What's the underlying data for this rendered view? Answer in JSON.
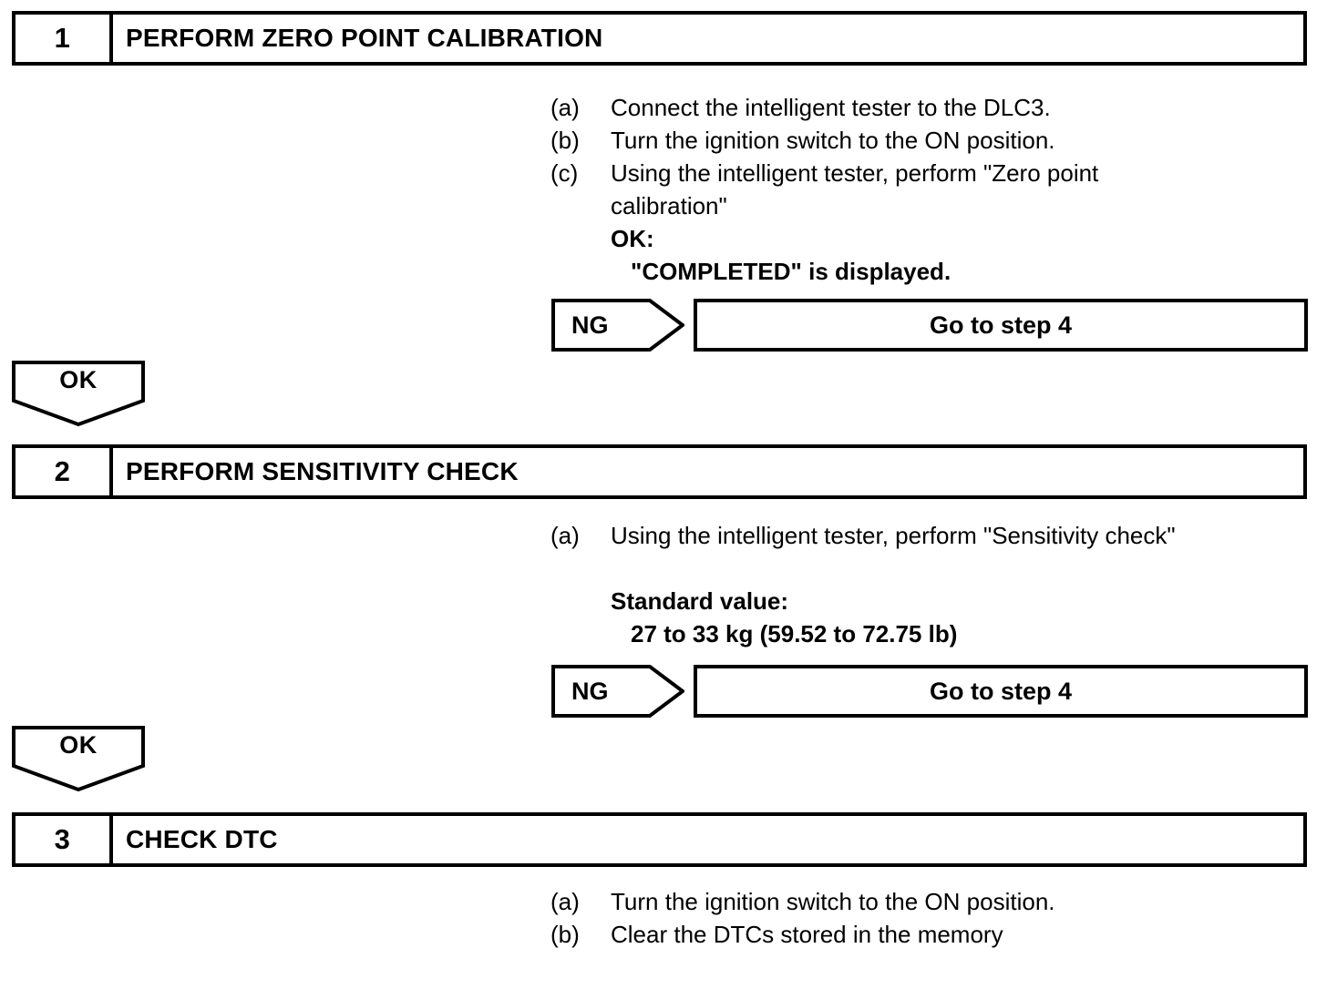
{
  "page": {
    "title": "Diagnostic Procedure Flowchart",
    "background": "#ffffff",
    "line_color": "#000000"
  },
  "steps": [
    {
      "number": "1",
      "title": "PERFORM ZERO POINT CALIBRATION",
      "instructions": [
        {
          "marker": "(a)",
          "text": "Connect the intelligent tester to the DLC3."
        },
        {
          "marker": "(b)",
          "text": "Turn the ignition switch to the ON position."
        },
        {
          "marker": "(c)",
          "text": "Using the intelligent tester, perform \"Zero point"
        },
        {
          "marker": "",
          "text": "calibration\"",
          "continuation": true
        },
        {
          "marker": "",
          "text": "OK:",
          "continuation": true,
          "bold": true
        },
        {
          "marker": "",
          "text": "\"COMPLETED\" is displayed.",
          "sub": true,
          "bold": true
        }
      ],
      "branch": {
        "label": "NG",
        "target": "Go to step 4"
      },
      "pass": {
        "label": "OK"
      }
    },
    {
      "number": "2",
      "title": "PERFORM SENSITIVITY CHECK",
      "instructions": [
        {
          "marker": "(a)",
          "text": "Using the intelligent tester, perform \"Sensitivity check\""
        },
        {
          "marker": "",
          "text": "",
          "spacer": true
        },
        {
          "marker": "",
          "text": "Standard value:",
          "continuation": true,
          "bold": true
        },
        {
          "marker": "",
          "text": "27 to 33 kg (59.52 to 72.75 lb)",
          "sub": true,
          "bold": true
        }
      ],
      "branch": {
        "label": "NG",
        "target": "Go to step 4"
      },
      "pass": {
        "label": "OK"
      }
    },
    {
      "number": "3",
      "title": "CHECK DTC",
      "instructions": [
        {
          "marker": "(a)",
          "text": "Turn the ignition switch to the ON position."
        },
        {
          "marker": "(b)",
          "text": "Clear the DTCs stored in the memory"
        }
      ]
    }
  ]
}
